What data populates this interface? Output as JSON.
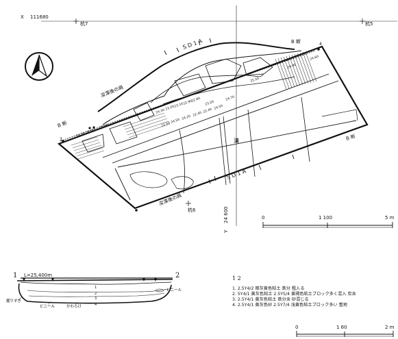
{
  "coords": {
    "x_label": "X",
    "x_value": "111680",
    "y_label": "Y",
    "y_value": "24 600"
  },
  "stakes": {
    "stake5": "杭5",
    "stake6": "杭6",
    "stake7": "杭7"
  },
  "plan": {
    "ditch_top": "S D 1 A",
    "ditch_bottom": "S D 1 A",
    "mizo": "溝",
    "b_section_ne": "B 断",
    "b_section_e": "B 断",
    "b_section_w": "B 断",
    "after_dredge_upper": "浚渫後の肩",
    "after_dredge_lower": "浚渫後の肩",
    "point_3": "3",
    "point_4": "4",
    "elev_2460_ne": "24.60",
    "elev_2450_top": "25.50",
    "elev_2490": "24.90",
    "elev_2470": "24.70",
    "elev_2430": "24.30",
    "elev_2320": "23.20",
    "elev_2280": "22.80",
    "elev_2320b": "23.20",
    "elev_2290": "22.90",
    "elev_2310": "23.10",
    "elev_2450": "24.50",
    "elev_2450b": "24.50",
    "elev_2250": "22.50",
    "elev_2420": "24.20",
    "elev_2240": "22.40",
    "elev_2440": "22.40",
    "elev_2460_w": "24.60",
    "elev_2430_w": "24.30",
    "elev_2550_w": "23.50"
  },
  "plan_scale": {
    "tick0": "0",
    "tick_mid": "1 100",
    "tick_end": "5 m"
  },
  "section": {
    "left_num": "1",
    "right_num": "2",
    "level": "L=25,400m",
    "overdig": "掘りすぎ",
    "vinyl_left": "ビニール",
    "kawarake": "かわらけ",
    "vinyl_right": "ビニール",
    "layer1": "1",
    "layer2": "2",
    "layer3": "3",
    "layer4": "4"
  },
  "legend": {
    "title": "1  2",
    "lines": [
      "1. 2.5Y4/2 暗灰黄色粘土 鉄分 粗入る",
      "2. 5Y4/1 黄灰色粘土 2.5Y5/4 黄褐色粘土ブロック多く混入 炭含",
      "3. 2.5Y4/1 黄灰色粘土 鉄分含 砂混じる",
      "4. 2.5Y4/1 黄灰色砂 2.5Y7/4 浅黄色粘土ブロック多い 整地"
    ]
  },
  "section_scale": {
    "tick0": "0",
    "tick_mid": "1 60",
    "tick_end": "2 m"
  },
  "north_arrow": {
    "glyph": "N"
  }
}
